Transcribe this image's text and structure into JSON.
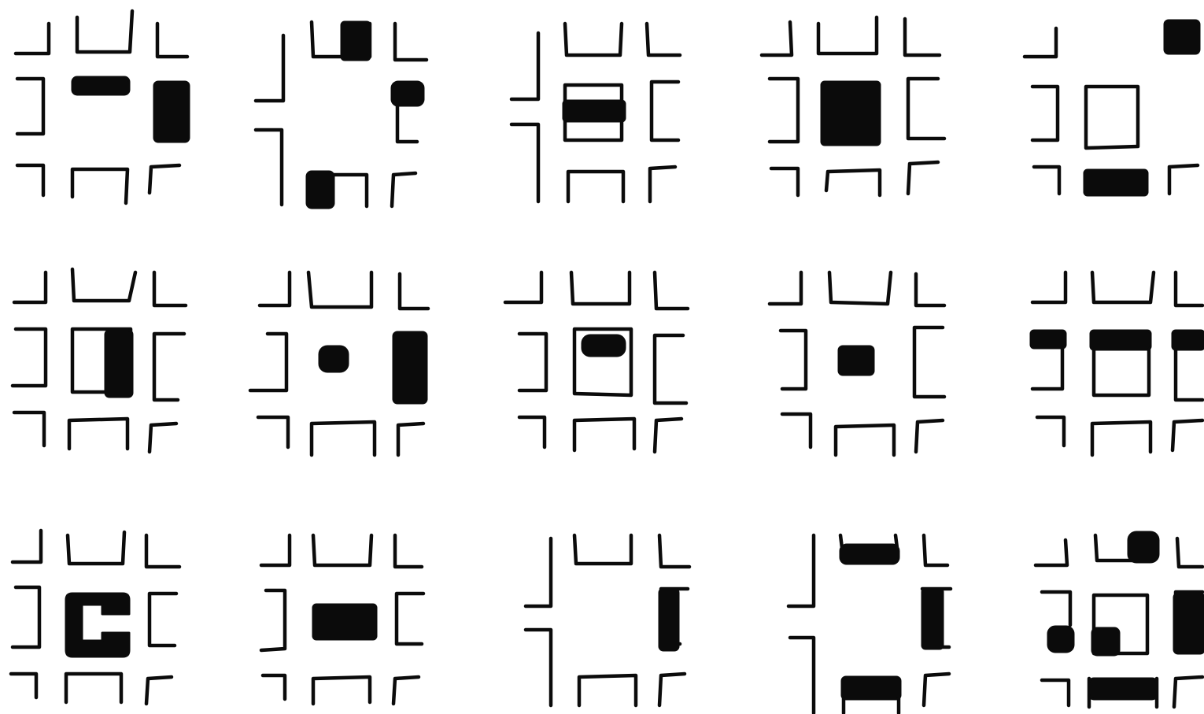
{
  "sheet": {
    "ink_color": "#0b0b0b",
    "paper_color": "#ffffff",
    "rows": 3,
    "columns": 5
  },
  "diagrams": [
    {
      "row": 1,
      "column": 1,
      "filled_shapes": 2
    },
    {
      "row": 1,
      "column": 2,
      "filled_shapes": 3
    },
    {
      "row": 1,
      "column": 3,
      "filled_shapes": 1
    },
    {
      "row": 1,
      "column": 4,
      "filled_shapes": 1
    },
    {
      "row": 1,
      "column": 5,
      "filled_shapes": 2
    },
    {
      "row": 2,
      "column": 1,
      "filled_shapes": 1
    },
    {
      "row": 2,
      "column": 2,
      "filled_shapes": 2
    },
    {
      "row": 2,
      "column": 3,
      "filled_shapes": 1
    },
    {
      "row": 2,
      "column": 4,
      "filled_shapes": 1
    },
    {
      "row": 2,
      "column": 5,
      "filled_shapes": 3
    },
    {
      "row": 3,
      "column": 1,
      "filled_shapes": 1
    },
    {
      "row": 3,
      "column": 2,
      "filled_shapes": 1
    },
    {
      "row": 3,
      "column": 3,
      "filled_shapes": 1
    },
    {
      "row": 3,
      "column": 4,
      "filled_shapes": 3
    },
    {
      "row": 3,
      "column": 5,
      "filled_shapes": 5
    }
  ]
}
